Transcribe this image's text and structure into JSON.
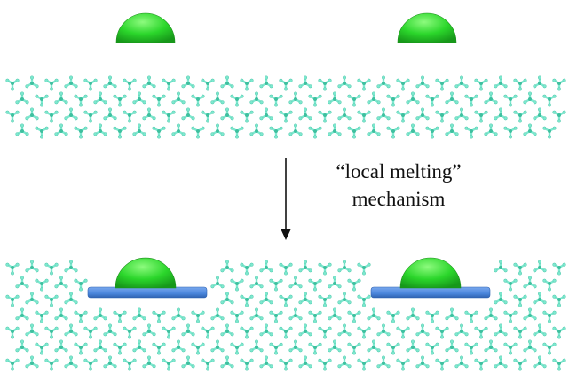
{
  "title": "local melting mechanism schematic",
  "caption": {
    "line1": "“local melting”",
    "line2": "mechanism"
  },
  "colors": {
    "lattice": "#7ee8cf",
    "lattice_dark": "#3fbf9f",
    "nanoparticle": "#2bd62b",
    "nanoparticle_dark": "#179a17",
    "melt_disc": "#4a86dc",
    "melt_disc_dark": "#2f62b0",
    "arrow": "#111111"
  },
  "icons": {
    "nanoparticle": "green-hemisphere-icon",
    "melt_zone": "blue-disc-icon",
    "arrow": "arrow-down-icon"
  }
}
